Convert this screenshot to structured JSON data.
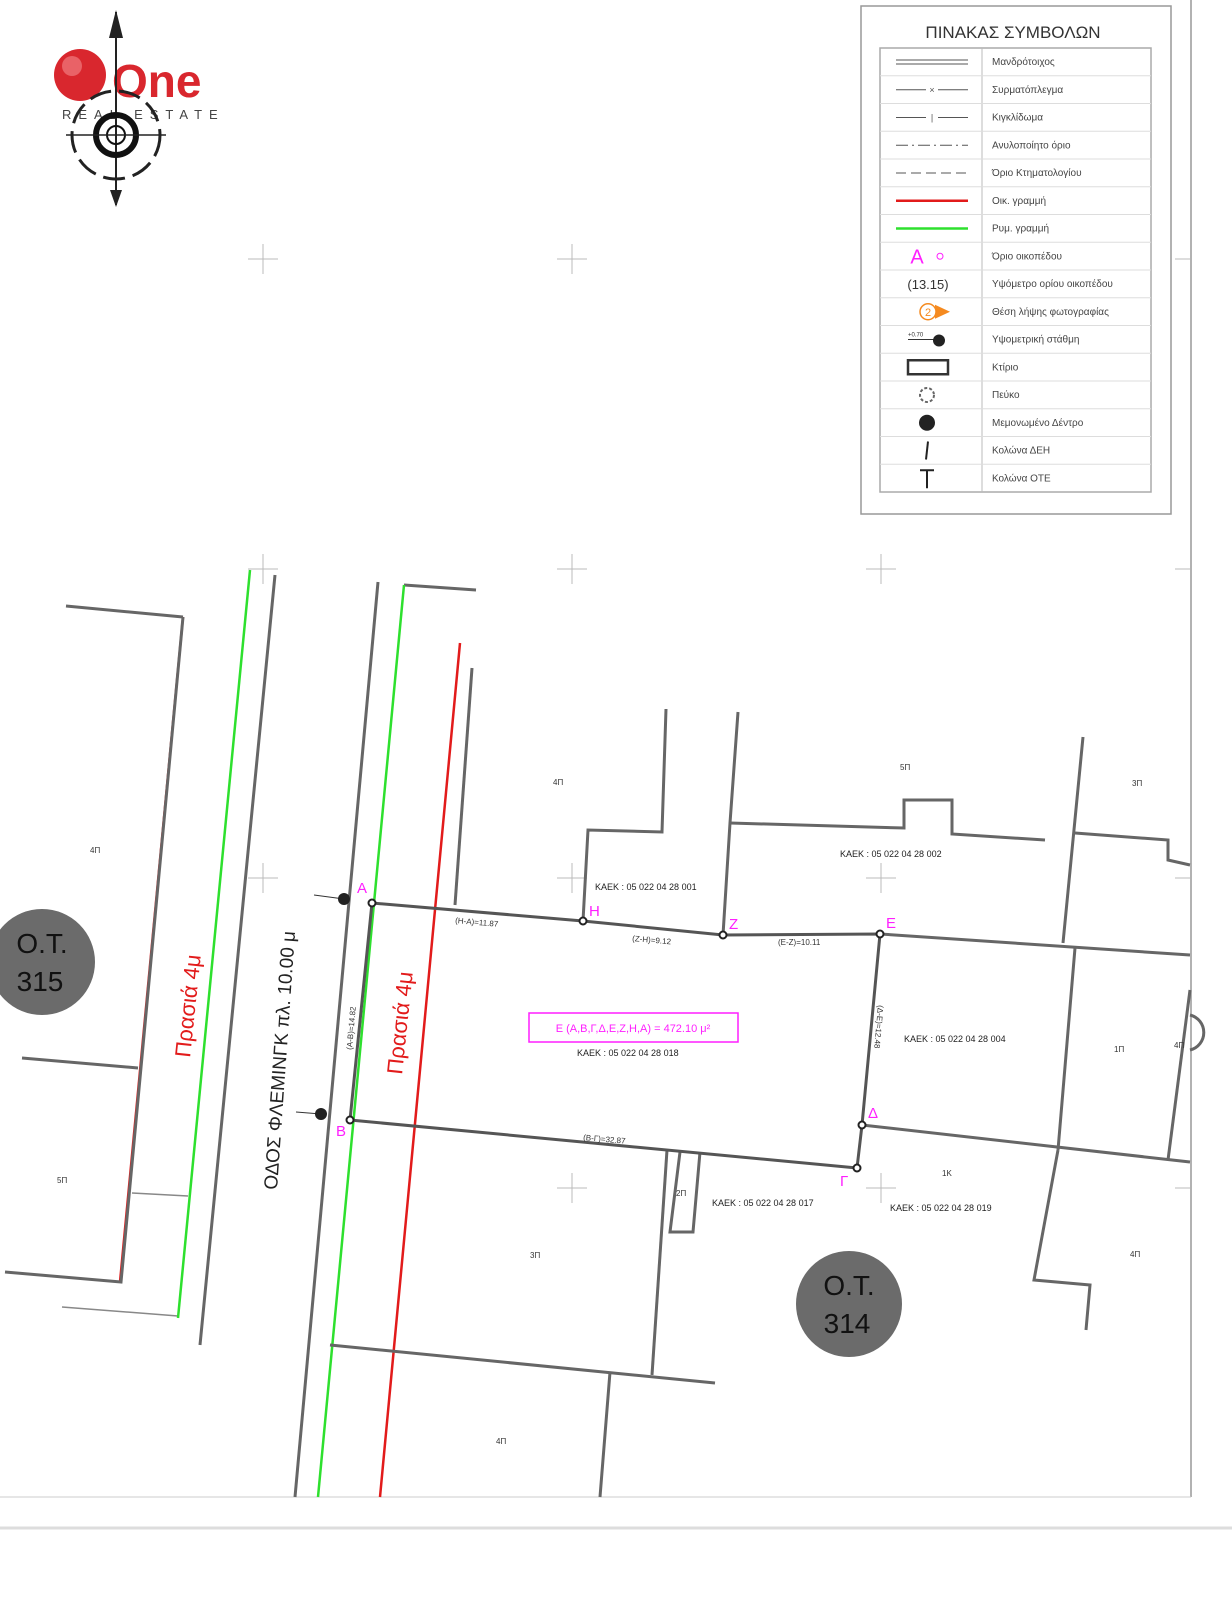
{
  "logo": {
    "brand": "One",
    "subtitle": "REAL ESTATE"
  },
  "legend": {
    "title": "ΠΙΝΑΚΑΣ ΣΥΜΒΟΛΩΝ",
    "items": [
      {
        "symbol": "double-line",
        "label": "Μανδρότοιχος"
      },
      {
        "symbol": "x-line",
        "label": "Συρματόπλεγμα"
      },
      {
        "symbol": "tick-line",
        "label": "Κιγκλίδωμα"
      },
      {
        "symbol": "dash-dot-line",
        "label": "Ανυλοποίητο όριο"
      },
      {
        "symbol": "dashed-line",
        "label": "Όριο Κτηματολογίου"
      },
      {
        "symbol": "red-line",
        "label": "Οικ. γραμμή"
      },
      {
        "symbol": "green-line",
        "label": "Ρυμ. γραμμή"
      },
      {
        "symbol": "A",
        "label": "Όριο οικοπέδου"
      },
      {
        "symbol": "(13.15)",
        "label": "Υψόμετρο ορίου οικοπέδου"
      },
      {
        "symbol": "2",
        "label": "Θέση λήψης φωτογραφίας"
      },
      {
        "symbol": "+0.70",
        "label": "Υψομετρική στάθμη"
      },
      {
        "symbol": "rectangle",
        "label": "Κτίριο"
      },
      {
        "symbol": "pine",
        "label": "Πεύκο"
      },
      {
        "symbol": "tree",
        "label": "Μεμονωμένο Δέντρο"
      },
      {
        "symbol": "pole-dei",
        "label": "Κολώνα ΔΕΗ"
      },
      {
        "symbol": "pole-ote",
        "label": "Κολώνα ΟΤΕ"
      }
    ]
  },
  "map": {
    "blocks": [
      {
        "label1": "Ο.Τ.",
        "label2": "315"
      },
      {
        "label1": "Ο.Τ.",
        "label2": "314"
      }
    ],
    "setback_label": "Πρασιά 4μ",
    "street_label": "ΟΔΟΣ ΦΛΕΜΙΝΓΚ  πλ. 10.00 μ",
    "vertices": {
      "A": "Α",
      "B": "Β",
      "G": "Γ",
      "D": "Δ",
      "E": "Ε",
      "Z": "Ζ",
      "H": "Η"
    },
    "area_label": "Ε (Α,Β,Γ,Δ,Ε,Ζ,Η,Α) = 472.10 μ²",
    "kaek": {
      "k001": "ΚΑΕΚ : 05 022 04 28 001",
      "k002": "ΚΑΕΚ : 05 022 04 28 002",
      "k004": "ΚΑΕΚ : 05 022 04 28 004",
      "k018": "ΚΑΕΚ : 05 022 04 28 018",
      "k017": "ΚΑΕΚ : 05 022 04 28 017",
      "k019": "ΚΑΕΚ : 05 022 04 28 019"
    },
    "floors": {
      "f1": "4Π",
      "f2": "4Π",
      "f3": "5Π",
      "f4": "3Π",
      "f5": "5Π",
      "f6": "1Π",
      "f7": "4Π",
      "f8": "2Π",
      "f9": "3Π",
      "f10": "1Κ",
      "f11": "4Π",
      "f12": "4Π"
    },
    "sides": {
      "AH": "(Η-Α)=11.87",
      "HZ": "(Ζ-Η)=9.12",
      "ZE": "(Ε-Ζ)=10.11",
      "ED": "(Δ-Ε)=12.48",
      "AB": "(Α-Β)=14.82",
      "BG": "(Β-Γ)=32.87"
    }
  },
  "colors": {
    "red": "#e21b1b",
    "green": "#2ee02e",
    "magenta": "#ff1fff",
    "block": "#6b6b6b"
  }
}
